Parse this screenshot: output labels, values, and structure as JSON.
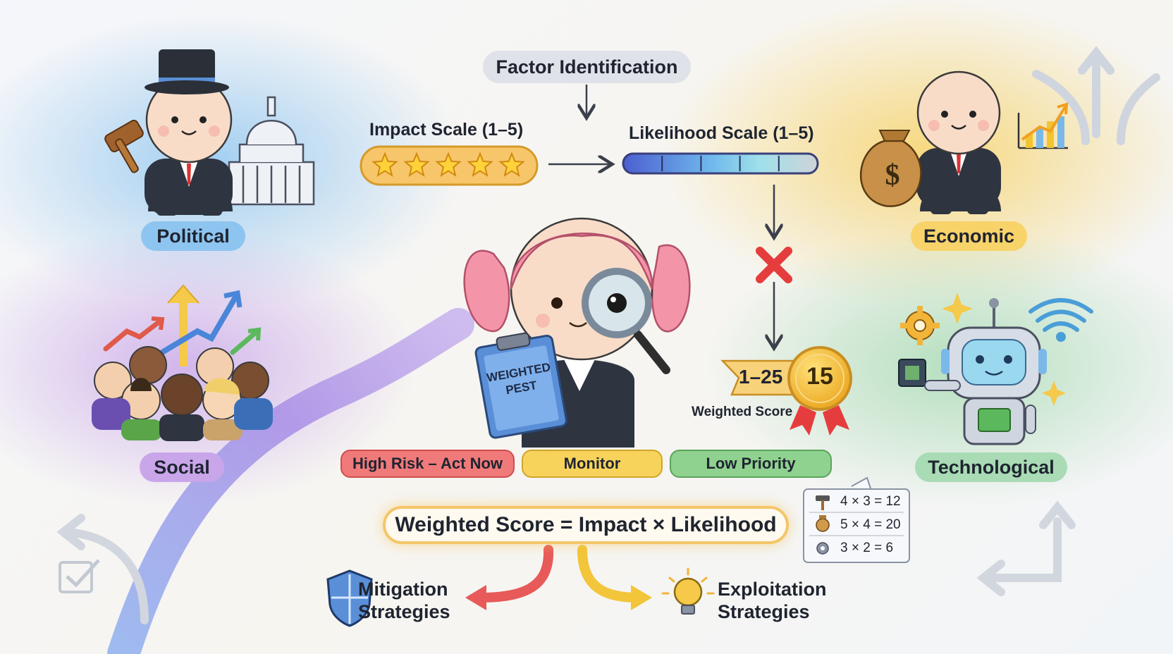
{
  "header": {
    "factor_identification": "Factor Identification"
  },
  "scales": {
    "impact": {
      "label": "Impact Scale (1–5)",
      "stars": 5
    },
    "likelihood": {
      "label": "Likelihood Scale (1–5)",
      "segments": 5
    }
  },
  "quadrants": {
    "political": {
      "label": "Political",
      "color": "#8ec5f0"
    },
    "economic": {
      "label": "Economic",
      "color": "#f7d36a"
    },
    "social": {
      "label": "Social",
      "color": "#c9a6ea"
    },
    "technological": {
      "label": "Technological",
      "color": "#a9dbb5"
    }
  },
  "clipboard": {
    "line1": "WEIGHTED",
    "line2": "PEST"
  },
  "score": {
    "range": "1–25",
    "value": "15",
    "caption": "Weighted Score"
  },
  "risk_levels": [
    {
      "label": "High Risk – Act Now",
      "color": "#f07a7a"
    },
    {
      "label": "Monitor",
      "color": "#f7d35c"
    },
    {
      "label": "Low Priority",
      "color": "#8fd28f"
    }
  ],
  "formula": "Weighted Score = Impact × Likelihood",
  "examples": [
    {
      "icon": "hammer-icon",
      "text": "4 × 3 = 12"
    },
    {
      "icon": "money-bag-icon",
      "text": "5 × 4 = 20"
    },
    {
      "icon": "gear-icon",
      "text": "3 × 2 = 6"
    }
  ],
  "strategies": {
    "mitigation": {
      "line1": "Mitigation",
      "line2": "Strategies"
    },
    "exploitation": {
      "line1": "Exploitation",
      "line2": "Strategies"
    }
  }
}
